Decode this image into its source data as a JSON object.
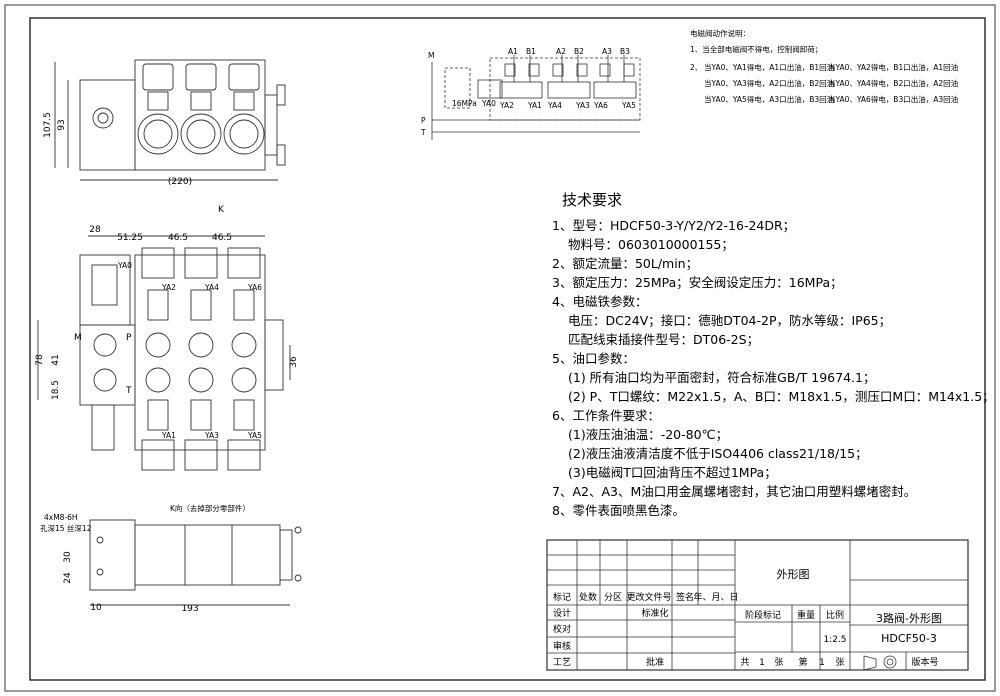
{
  "valve_notes": {
    "title": "电磁阀动作说明：",
    "line1": "1、当全部电磁阀不得电，控制阀卸荷；",
    "line2_prefix": "2、",
    "items_left": [
      "当YA0、YA1得电，A1口出油，B1回油",
      "当YA0、YA3得电，A2口出油，B2回油",
      "当YA0、YA5得电，A3口出油，B3回油"
    ],
    "items_right": [
      "当YA0、YA2得电，B1口出油，A1回油",
      "当YA0、YA4得电，B2口出油，A2回油",
      "当YA0、YA6得电，B3口出油，A3回油"
    ]
  },
  "hydraulic": {
    "port_labels": [
      "A1",
      "B1",
      "A2",
      "B2",
      "A3",
      "B3"
    ],
    "m_label": "M",
    "p_label": "P",
    "t_label": "T",
    "pressure": "16MPa",
    "ya0": "YA0",
    "coils": [
      "YA2",
      "YA1",
      "YA4",
      "YA3",
      "YA6",
      "YA5"
    ]
  },
  "top_view": {
    "dim_height_outer": "107.5",
    "dim_height_inner": "93",
    "dim_width": "(220)"
  },
  "front_view": {
    "arrow_label": "K",
    "dims_top": [
      "28",
      "51.25",
      "46.5",
      "46.5"
    ],
    "dims_left": [
      "78",
      "41",
      "18.5"
    ],
    "dim_right": "36",
    "coil_top": [
      "YA2",
      "YA4",
      "YA6"
    ],
    "coil_bottom": [
      "YA1",
      "YA3",
      "YA5"
    ],
    "ya0": "YA0",
    "m": "M",
    "p": "P",
    "t": "T"
  },
  "k_view": {
    "title": "K向（去掉部分零部件）",
    "thread": "4xM8-6H",
    "thread_depth": "孔深15  丝深12",
    "dims_left": [
      "30",
      "24"
    ],
    "dim_small": "10",
    "dim_width": "193"
  },
  "tech_requirements": {
    "title": "技术要求",
    "items": [
      "1、型号：HDCF50-3-Y/Y2/Y2-16-24DR；",
      "物料号：0603010000155；",
      "2、额定流量：50L/min；",
      "3、额定压力：25MPa；安全阀设定压力：16MPa；",
      "4、电磁铁参数：",
      "电压：DC24V；接口：德驰DT04-2P，防水等级：IP65；",
      "匹配线束插接件型号：DT06-2S；",
      "5、油口参数：",
      "(1) 所有油口均为平面密封，符合标准GB/T 19674.1；",
      "(2) P、T口螺纹：M22x1.5，A、B口：M18x1.5，测压口M口：M14x1.5；",
      "6、工作条件要求：",
      "(1)液压油油温：-20-80℃；",
      "(2)液压油液清洁度不低于ISO4406 class21/18/15；",
      "(3)电磁阀T口回油背压不超过1MPa；",
      "7、A2、A3、M油口用金属螺堵密封，其它油口用塑料螺堵密封。",
      "8、零件表面喷黑色漆。"
    ]
  },
  "title_block": {
    "drawing_name": "外形图",
    "name": "3路阀-外形图",
    "code": "HDCF50-3",
    "scale_label": "比例",
    "scale": "1:2.5",
    "weight_label": "重量",
    "stage_label": "阶段标记",
    "rev_headers": [
      "标记",
      "处数",
      "分区",
      "更改文件号",
      "签名",
      "年、月、日"
    ],
    "roles": [
      "设计",
      "校对",
      "审核",
      "工艺"
    ],
    "standardize": "标准化",
    "approve": "批准",
    "total": "共",
    "total_n": "1",
    "sheet_unit": "张",
    "sheet": "第",
    "sheet_n": "1",
    "version": "版本号"
  }
}
